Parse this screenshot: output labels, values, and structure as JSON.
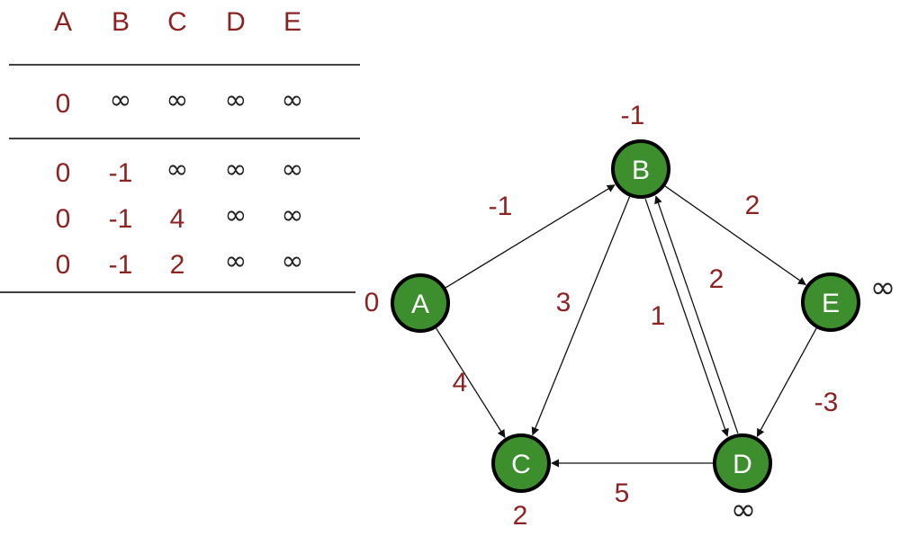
{
  "colors": {
    "node_fill": "#3d8f2e",
    "node_stroke": "#000000",
    "text_red": "#8b2323",
    "edge": "#111111"
  },
  "table": {
    "headers": [
      "A",
      "B",
      "C",
      "D",
      "E"
    ],
    "rows": [
      [
        "0",
        "∞",
        "∞",
        "∞",
        "∞"
      ],
      [
        "0",
        "-1",
        "∞",
        "∞",
        "∞"
      ],
      [
        "0",
        "-1",
        "4",
        "∞",
        "∞"
      ],
      [
        "0",
        "-1",
        "2",
        "∞",
        "∞"
      ]
    ]
  },
  "graph": {
    "nodes": [
      {
        "id": "A",
        "label": "A",
        "distance": "0"
      },
      {
        "id": "B",
        "label": "B",
        "distance": "-1"
      },
      {
        "id": "C",
        "label": "C",
        "distance": "2"
      },
      {
        "id": "D",
        "label": "D",
        "distance": "∞"
      },
      {
        "id": "E",
        "label": "E",
        "distance": "∞"
      }
    ],
    "edges": [
      {
        "from": "A",
        "to": "B",
        "weight": "-1"
      },
      {
        "from": "A",
        "to": "C",
        "weight": "4"
      },
      {
        "from": "B",
        "to": "C",
        "weight": "3"
      },
      {
        "from": "B",
        "to": "E",
        "weight": "2"
      },
      {
        "from": "B",
        "to": "D",
        "weight": "2"
      },
      {
        "from": "D",
        "to": "B",
        "weight": "1"
      },
      {
        "from": "E",
        "to": "D",
        "weight": "-3"
      },
      {
        "from": "D",
        "to": "C",
        "weight": "5"
      }
    ]
  }
}
